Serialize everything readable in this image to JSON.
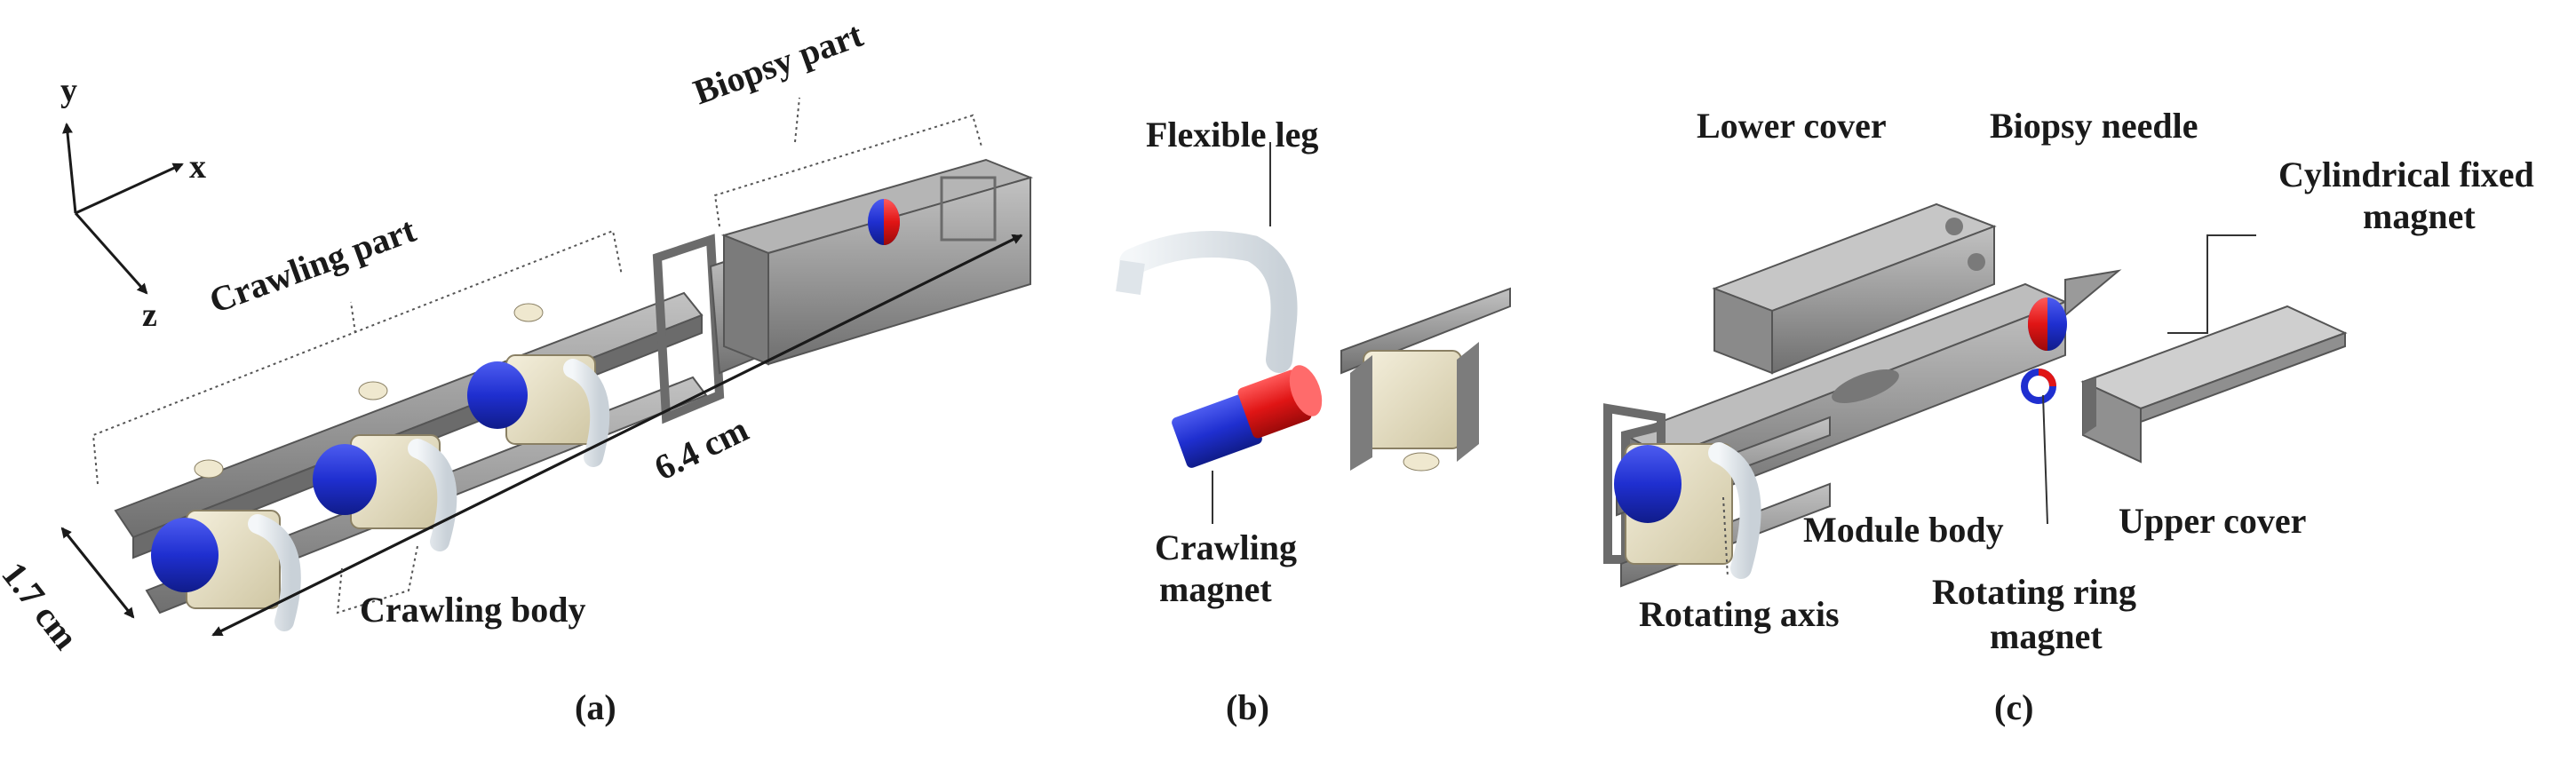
{
  "panels": [
    {
      "id": "a",
      "caption": "(a)"
    },
    {
      "id": "b",
      "caption": "(b)"
    },
    {
      "id": "c",
      "caption": "(c)"
    }
  ],
  "axes": {
    "x": "x",
    "y": "y",
    "z": "z"
  },
  "labels_a": {
    "biopsy_part": "Biopsy part",
    "crawling_part": "Crawling part",
    "crawling_body": "Crawling body",
    "length": "6.4 cm",
    "width": "1.7 cm"
  },
  "labels_b": {
    "flexible_leg": "Flexible leg",
    "crawling_magnet_1": "Crawling",
    "crawling_magnet_2": "magnet"
  },
  "labels_c": {
    "lower_cover": "Lower cover",
    "biopsy_needle": "Biopsy needle",
    "cyl_fixed_1": "Cylindrical fixed",
    "cyl_fixed_2": "magnet",
    "module_body": "Module body",
    "upper_cover": "Upper cover",
    "rotating_axis": "Rotating axis",
    "rot_ring_1": "Rotating ring",
    "rot_ring_2": "magnet"
  },
  "colors": {
    "metal": "#8e8e8e",
    "metal_dark": "#6b6b6b",
    "metal_light": "#b9b9b9",
    "ivory": "#e9e2c8",
    "leg": "#e6ebef",
    "magnet_blue": "#1f2fd0",
    "magnet_red": "#e01515",
    "line": "#333333"
  }
}
